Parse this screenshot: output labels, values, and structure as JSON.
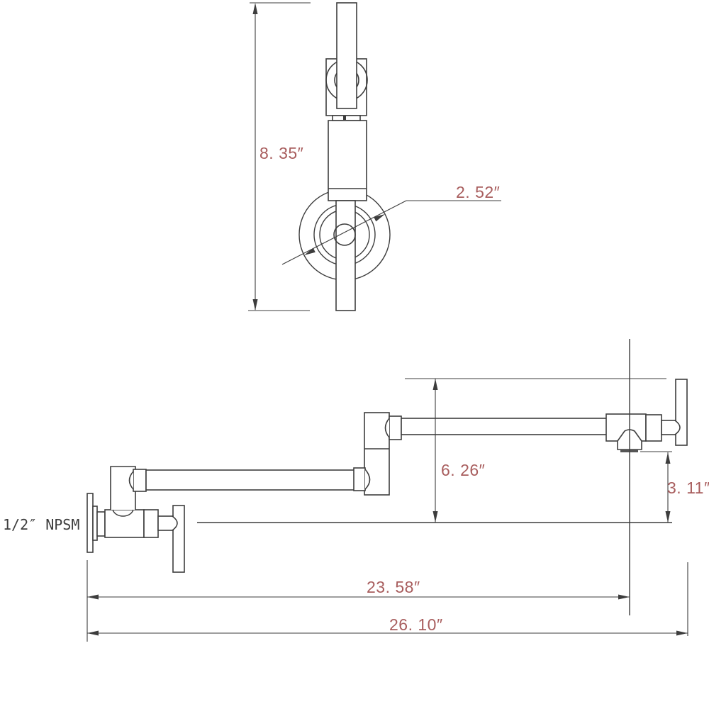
{
  "drawing": {
    "type": "pot-filler-faucet-technical-drawing",
    "background_color": "#ffffff",
    "line_color": "#3d3d3d",
    "dimension_text_color": "#a85d5d",
    "labels": {
      "top_view_height": "8. 35″",
      "flange_diameter": "2. 52″",
      "spout_drop": "6. 26″",
      "outlet_clearance": "3. 11″",
      "reach_to_spout": "23. 58″",
      "total_reach": "26. 10″",
      "inlet_thread": "1/2″ NPSM"
    }
  }
}
